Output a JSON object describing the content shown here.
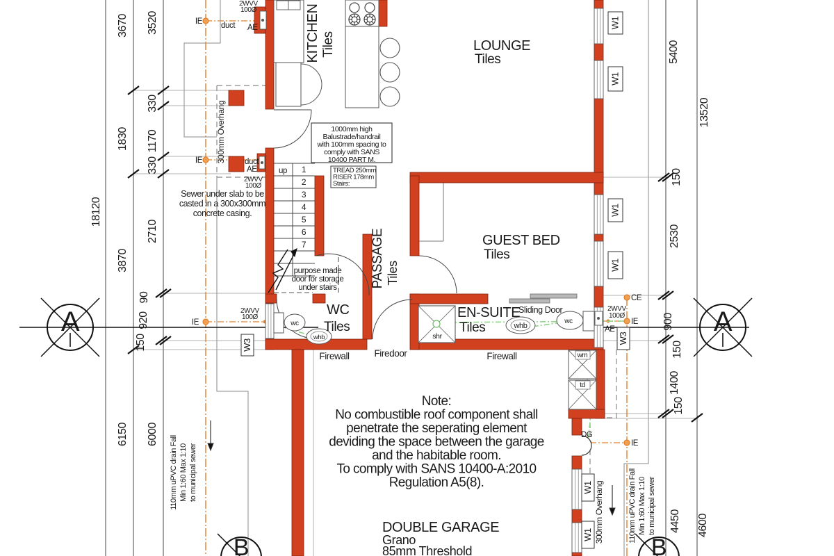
{
  "drawing": {
    "rooms": {
      "kitchen": {
        "name": "KITCHEN",
        "finish": "Tiles"
      },
      "lounge": {
        "name": "LOUNGE",
        "finish": "Tiles"
      },
      "guest_bed": {
        "name": "GUEST BED",
        "finish": "Tiles"
      },
      "en_suite": {
        "name": "EN-SUITE",
        "finish": "Tiles"
      },
      "wc_room": {
        "name": "WC",
        "finish": "Tiles"
      },
      "passage": {
        "name": "PASSAGE",
        "finish": "Tiles"
      },
      "garage": {
        "name": "DOUBLE GARAGE",
        "finish": "Grano",
        "threshold": "85mm Threshold"
      }
    },
    "dimensions": {
      "left_overall": "18120",
      "left_inner": [
        "3670",
        "1830",
        "3870",
        "6150"
      ],
      "left_detail": [
        "3520",
        "330",
        "1170",
        "330",
        "2710",
        "90",
        "920",
        "150",
        "6000"
      ],
      "right_detail": [
        "5400",
        "150",
        "2530",
        "900",
        "150",
        "1400",
        "150",
        "4450"
      ],
      "right_overall": [
        "13520",
        "4600"
      ]
    },
    "grid": {
      "a": "A",
      "b": "B"
    },
    "windows": {
      "w1": "W1",
      "w3": "W3"
    },
    "fire": {
      "firewall": "Firewall",
      "firedoor": "Firedoor"
    },
    "doors": {
      "sliding": "Sliding Door",
      "dg": "DG"
    },
    "stairs": {
      "up": "up",
      "numbers": [
        "1",
        "2",
        "3",
        "4",
        "5",
        "6",
        "7"
      ],
      "spec": [
        "TREAD 250mm",
        "RISER 178mm",
        "Stairs:"
      ],
      "balustrade": [
        "1000mm high",
        "Balustrade/handrail",
        "with 100mm spacing to",
        "comply with SANS",
        "10400 PART M."
      ],
      "storage": [
        "purpose made",
        "door for storage",
        "under stairs"
      ]
    },
    "plumbing": {
      "ie": "IE",
      "ae": "AE",
      "ce": "CE",
      "duct": "duct",
      "vent1": "2WVV",
      "vent2": "100Ø",
      "wc": "wc",
      "whb": "whb",
      "shr": "shr",
      "wm": "wm",
      "td": "td"
    },
    "notes": {
      "sewer": [
        "Sewer under slab to be",
        "casted in a 300x300mm",
        "concrete casing."
      ],
      "garage": [
        "Note:",
        "No combustible roof component shall",
        "penetrate the seperating element",
        "deviding the space between the garage",
        "and the habitable room.",
        "To comply with SANS 10400-A:2010",
        "Regulation A5(8)."
      ],
      "overhang": "300mm Overhang",
      "drain": [
        "110mm uPVC drain Fall",
        "Min 1:60 Max 1:10",
        "to municipal sewer"
      ]
    },
    "colors": {
      "wall": "#d2411f",
      "drain_line": "#e0812c",
      "waste_line": "#8fd487"
    }
  }
}
